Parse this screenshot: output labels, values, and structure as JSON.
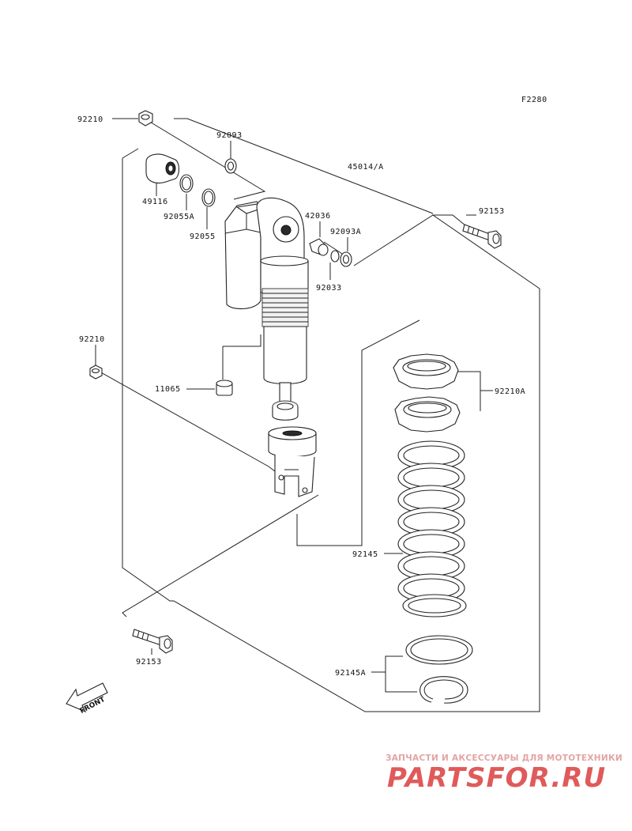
{
  "diagram": {
    "figure_code": "F2280",
    "front_label": "FRONT",
    "callouts": {
      "c92210_top": "92210",
      "c92093": "92093",
      "c45014A": "45014/A",
      "c49116": "49116",
      "c92055A": "92055A",
      "c92055": "92055",
      "c42036": "42036",
      "c92093A": "92093A",
      "c92033": "92033",
      "c92153_top": "92153",
      "c92210_mid": "92210",
      "c11065": "11065",
      "c92210A": "92210A",
      "c92145": "92145",
      "c92153_bottom": "92153",
      "c92145A": "92145A"
    }
  },
  "watermark": {
    "tagline": "ЗАПЧАСТИ И АКСЕССУАРЫ ДЛЯ МОТОТЕХНИКИ",
    "logo": "PARTSFOR.RU",
    "color_primary": "#e05a5a",
    "color_light": "#e3a4a4"
  }
}
